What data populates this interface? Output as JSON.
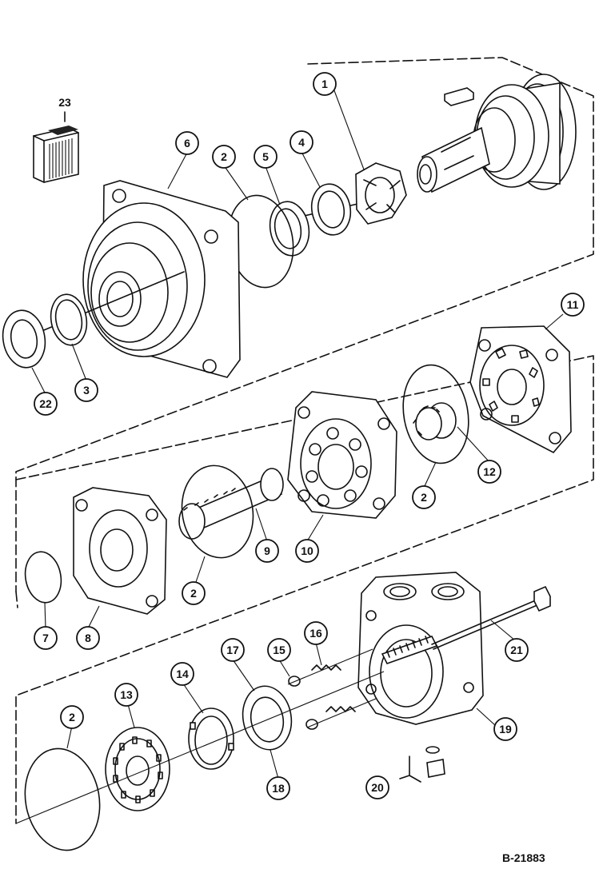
{
  "diagram": {
    "reference": "B-21883",
    "callouts": [
      "1",
      "2",
      "3",
      "4",
      "5",
      "6",
      "7",
      "8",
      "9",
      "10",
      "11",
      "12",
      "13",
      "14",
      "15",
      "16",
      "17",
      "18",
      "19",
      "20",
      "21",
      "22",
      "23"
    ]
  }
}
